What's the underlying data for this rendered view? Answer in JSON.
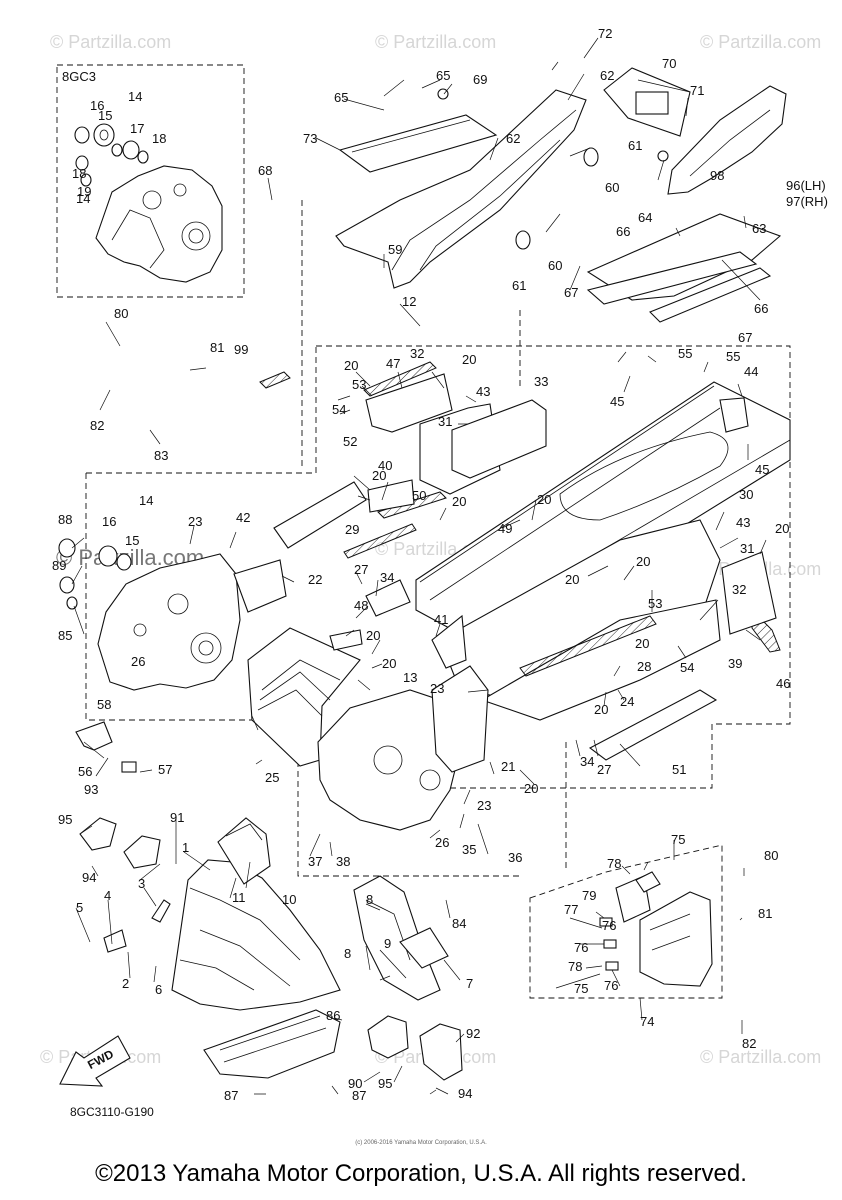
{
  "diagram": {
    "inset_label": "8GC3",
    "drawing_code": "8GC3110-G190",
    "fwd_label": "FWD",
    "watermark": "© Partzilla.com",
    "watermark_center": "© Partzilla.com",
    "small_copyright": "(c) 2006-2016 Yamaha Motor Corporation, U.S.A.",
    "copyright": "©2013 Yamaha Motor Corporation, U.S.A. All rights reserved."
  },
  "callouts": [
    "1",
    "2",
    "3",
    "4",
    "5",
    "6",
    "7",
    "8",
    "8",
    "9",
    "10",
    "11",
    "12",
    "13",
    "14",
    "14",
    "14",
    "15",
    "15",
    "16",
    "16",
    "17",
    "18",
    "18",
    "19",
    "20",
    "20",
    "20",
    "20",
    "20",
    "20",
    "20",
    "20",
    "20",
    "20",
    "20",
    "20",
    "20",
    "21",
    "22",
    "23",
    "23",
    "23",
    "24",
    "25",
    "26",
    "26",
    "27",
    "27",
    "28",
    "29",
    "30",
    "31",
    "31",
    "32",
    "32",
    "33",
    "34",
    "34",
    "35",
    "36",
    "37",
    "38",
    "39",
    "40",
    "41",
    "42",
    "43",
    "43",
    "44",
    "45",
    "45",
    "46",
    "47",
    "48",
    "49",
    "50",
    "51",
    "52",
    "53",
    "53",
    "54",
    "54",
    "55",
    "55",
    "56",
    "57",
    "58",
    "59",
    "60",
    "60",
    "61",
    "61",
    "62",
    "62",
    "63",
    "64",
    "65",
    "65",
    "66",
    "66",
    "67",
    "67",
    "68",
    "69",
    "70",
    "71",
    "72",
    "73",
    "74",
    "75",
    "75",
    "76",
    "76",
    "76",
    "77",
    "78",
    "78",
    "79",
    "80",
    "80",
    "81",
    "81",
    "82",
    "82",
    "83",
    "84",
    "85",
    "86",
    "87",
    "87",
    "88",
    "89",
    "90",
    "91",
    "92",
    "93",
    "94",
    "94",
    "95",
    "95",
    "96(LH)",
    "97(RH)",
    "98",
    "99"
  ]
}
